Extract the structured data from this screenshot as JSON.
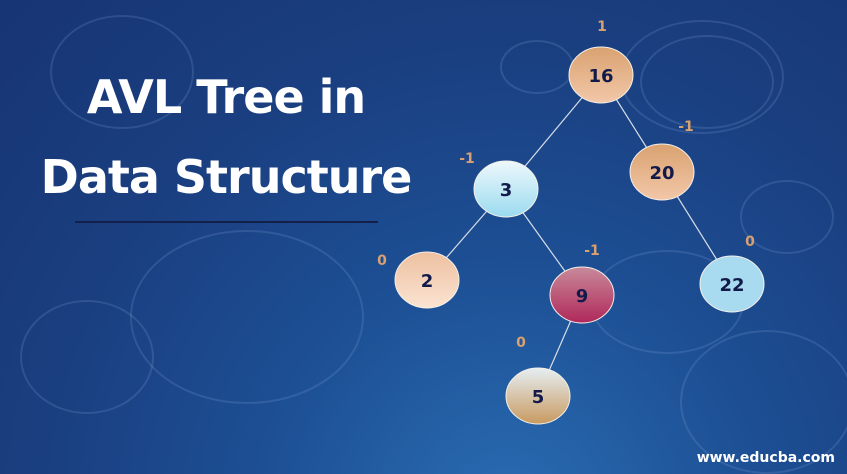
{
  "title": {
    "line1": "AVL Tree in",
    "line2": "Data Structure"
  },
  "brand": "www.educba.com",
  "tree": {
    "edge_color": "#d8dde8",
    "balance_color": "#d9a070",
    "nodes": [
      {
        "value": "16",
        "balance": "1",
        "color_top": "#d9a270",
        "color_bottom": "#f2c7a8"
      },
      {
        "value": "3",
        "balance": "-1",
        "color_top": "#eef8fc",
        "color_bottom": "#9adbef"
      },
      {
        "value": "20",
        "balance": "-1",
        "color_top": "#d9a270",
        "color_bottom": "#f2c7a8"
      },
      {
        "value": "2",
        "balance": "0",
        "color_top": "#edc0a0",
        "color_bottom": "#fbe4d2"
      },
      {
        "value": "9",
        "balance": "-1",
        "color_top": "#c88a9a",
        "color_bottom": "#b0285a"
      },
      {
        "value": "22",
        "balance": "0",
        "color_top": "#a8daf0",
        "color_bottom": "#a8daf0"
      },
      {
        "value": "5",
        "balance": "0",
        "color_top": "#e6eef2",
        "color_bottom": "#c89a60"
      }
    ],
    "edges": [
      [
        "16",
        "3"
      ],
      [
        "16",
        "20"
      ],
      [
        "3",
        "2"
      ],
      [
        "3",
        "9"
      ],
      [
        "20",
        "22"
      ],
      [
        "9",
        "5"
      ]
    ]
  }
}
